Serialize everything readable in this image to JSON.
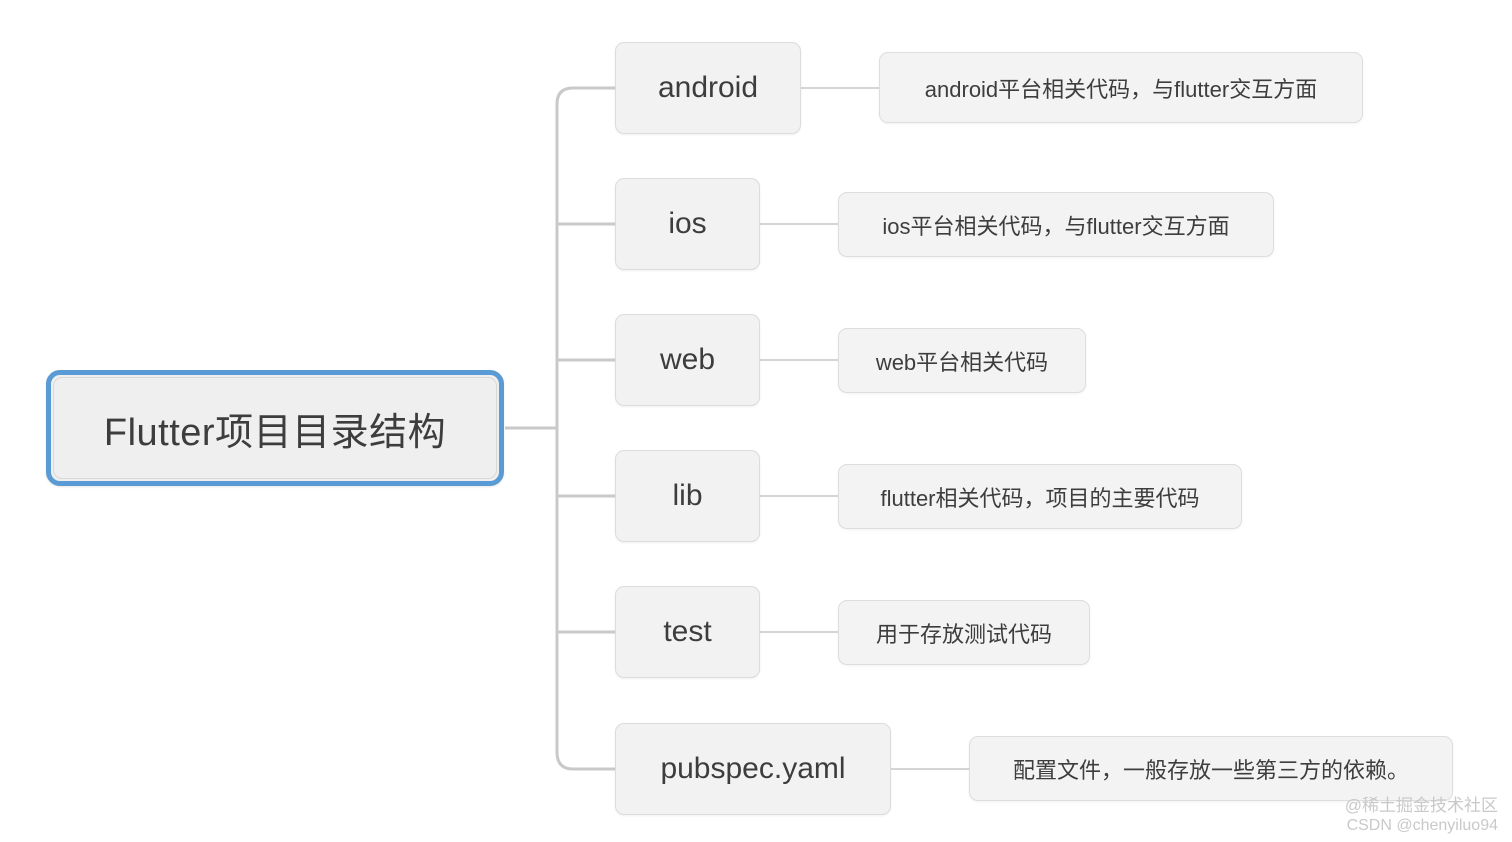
{
  "diagram": {
    "type": "mind-map",
    "root": {
      "label": "Flutter项目目录结构",
      "border_color": "#5b9bd5",
      "fill_color": "#efefef"
    },
    "branches": [
      {
        "label": "android",
        "description": "android平台相关代码，与flutter交互方面"
      },
      {
        "label": "ios",
        "description": "ios平台相关代码，与flutter交互方面"
      },
      {
        "label": "web",
        "description": "web平台相关代码"
      },
      {
        "label": "lib",
        "description": "flutter相关代码，项目的主要代码"
      },
      {
        "label": "test",
        "description": "用于存放测试代码"
      },
      {
        "label": "pubspec.yaml",
        "description": "配置文件，一般存放一些第三方的依赖。"
      }
    ],
    "connector_color": "#c9c9c9",
    "node_fill": "#f2f2f2",
    "text_color": "#3d3d3d"
  },
  "watermark": {
    "line1": "@稀土掘金技术社区",
    "line2": "CSDN @chenyiluo94"
  }
}
